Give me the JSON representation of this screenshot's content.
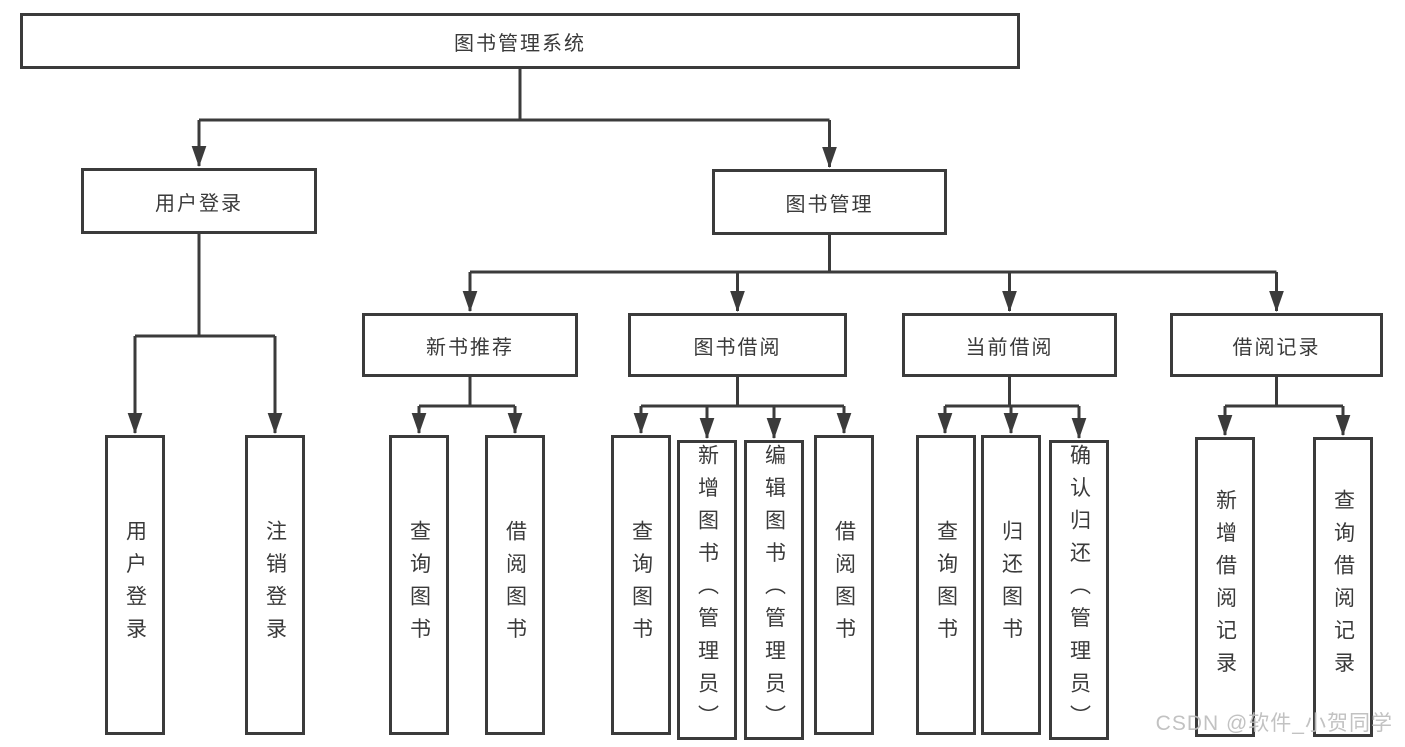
{
  "nodes": {
    "root": "图书管理系统",
    "user_login": "用户登录",
    "book_mgmt": "图书管理",
    "new_book_rec": "新书推荐",
    "book_borrow": "图书借阅",
    "current_borrow": "当前借阅",
    "borrow_records": "借阅记录",
    "leaf_user_login": "用户登录",
    "leaf_logout": "注销登录",
    "leaf_nbr_query_books": "查询图书",
    "leaf_nbr_borrow_books": "借阅图书",
    "leaf_bb_query_books": "查询图书",
    "leaf_bb_add_books": "新增图书（管理员）",
    "leaf_bb_edit_books": "编辑图书（管理员）",
    "leaf_bb_borrow_books": "借阅图书",
    "leaf_cb_query_books": "查询图书",
    "leaf_cb_return_books": "归还图书",
    "leaf_cb_confirm_return": "确认归还（管理员）",
    "leaf_br_add_record": "新增借阅记录",
    "leaf_br_query_record": "查询借阅记录"
  },
  "watermark": "CSDN @软件_小贺同学",
  "colors": {
    "line": "#3b3b3b",
    "text": "#3a3a3a",
    "background": "#ffffff",
    "watermark": "#bdbdbd"
  }
}
